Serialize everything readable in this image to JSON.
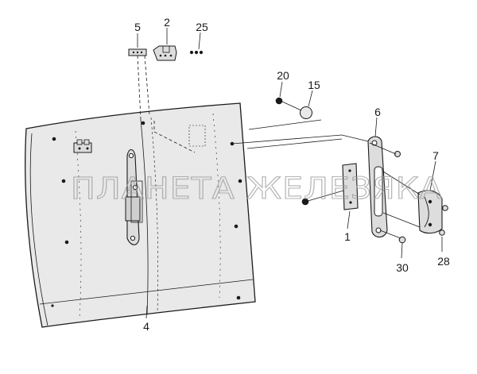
{
  "callouts": {
    "c1": "1",
    "c2": "2",
    "c4": "4",
    "c5": "5",
    "c6": "6",
    "c7": "7",
    "c15": "15",
    "c20": "20",
    "c25": "25",
    "c28": "28",
    "c30": "30"
  },
  "watermark": "ПЛАНЕТА ЖЕЛЕЗЯКА",
  "colors": {
    "ink": "#1a1a1a",
    "panel": "#e9e9e9",
    "parts": "#dddddd",
    "watermark": "#9a9a9a"
  }
}
